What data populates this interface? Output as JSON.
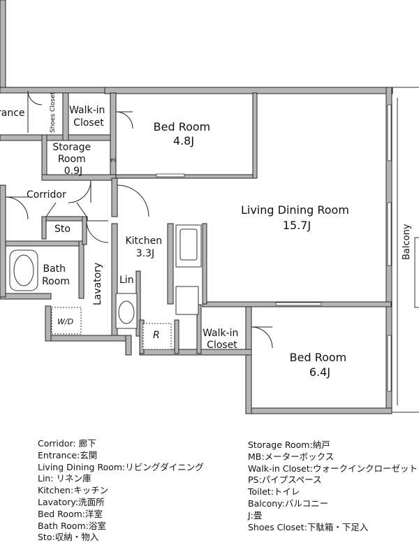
{
  "rooms": {
    "entrance": "rance",
    "shoes_closet": "Shoes Closet",
    "walkin_closet_1": [
      "Walk-in",
      "Closet"
    ],
    "bed_room_1": [
      "Bed Room",
      "4.8J"
    ],
    "storage_room": [
      "Storage",
      "Room",
      "0.9J"
    ],
    "ps": "PS",
    "corridor": "Corridor",
    "sto": "Sto",
    "living_dining_room": [
      "Living Dining Room",
      "15.7J"
    ],
    "kitchen": [
      "Kitchen",
      "3.3J"
    ],
    "bath_room": [
      "Bath",
      "Room"
    ],
    "lavatory": "Lavatory",
    "lin": "Lin",
    "wd": "W/D",
    "refrigerator": "R",
    "walkin_closet_2": [
      "Walk-in",
      "Closet"
    ],
    "bed_room_2": [
      "Bed Room",
      "6.4J"
    ],
    "balcony": "Balcony"
  },
  "legend": {
    "left": [
      "Corridor: 廊下",
      "Entrance:玄関",
      "Living Dining Room:リビングダイニング",
      "Lin: リネン庫",
      "Kitchen:キッチン",
      "Lavatory:洗面所",
      "Bed Room:洋室",
      "Bath Room:浴室",
      "Sto:収納・物入"
    ],
    "right": [
      "Storage Room:納戸",
      "MB:メーターボックス",
      "Walk-in Closet:ウォークインクローゼット",
      "PS:パイプスペース",
      "Toilet:トイレ",
      "Balcony:バルコニー",
      "J:畳",
      "Shoes Closet:下駄箱・下足入"
    ]
  }
}
